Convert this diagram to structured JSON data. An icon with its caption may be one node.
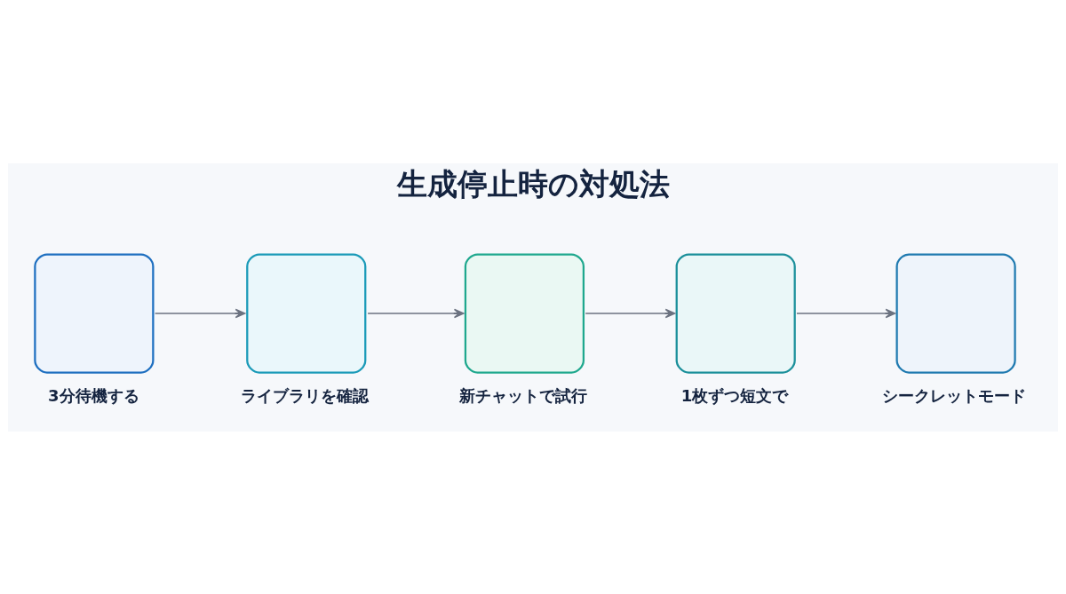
{
  "diagram": {
    "title": "生成停止時の対処法",
    "nodes": [
      {
        "text": [
          "3分待機する"
        ]
      },
      {
        "text": [
          "ライブラリを確認"
        ]
      },
      {
        "text": [
          "新チャットで試行"
        ]
      },
      {
        "text": [
          "1枚ずつ短文で"
        ]
      },
      {
        "text": [
          "シークレットモード"
        ]
      }
    ],
    "edges": [
      {
        "from": 0,
        "to": 1,
        "arrow": "to"
      },
      {
        "from": 1,
        "to": 2,
        "arrow": "to"
      },
      {
        "from": 2,
        "to": 3,
        "arrow": "to"
      },
      {
        "from": 3,
        "to": 4,
        "arrow": "to"
      }
    ]
  }
}
